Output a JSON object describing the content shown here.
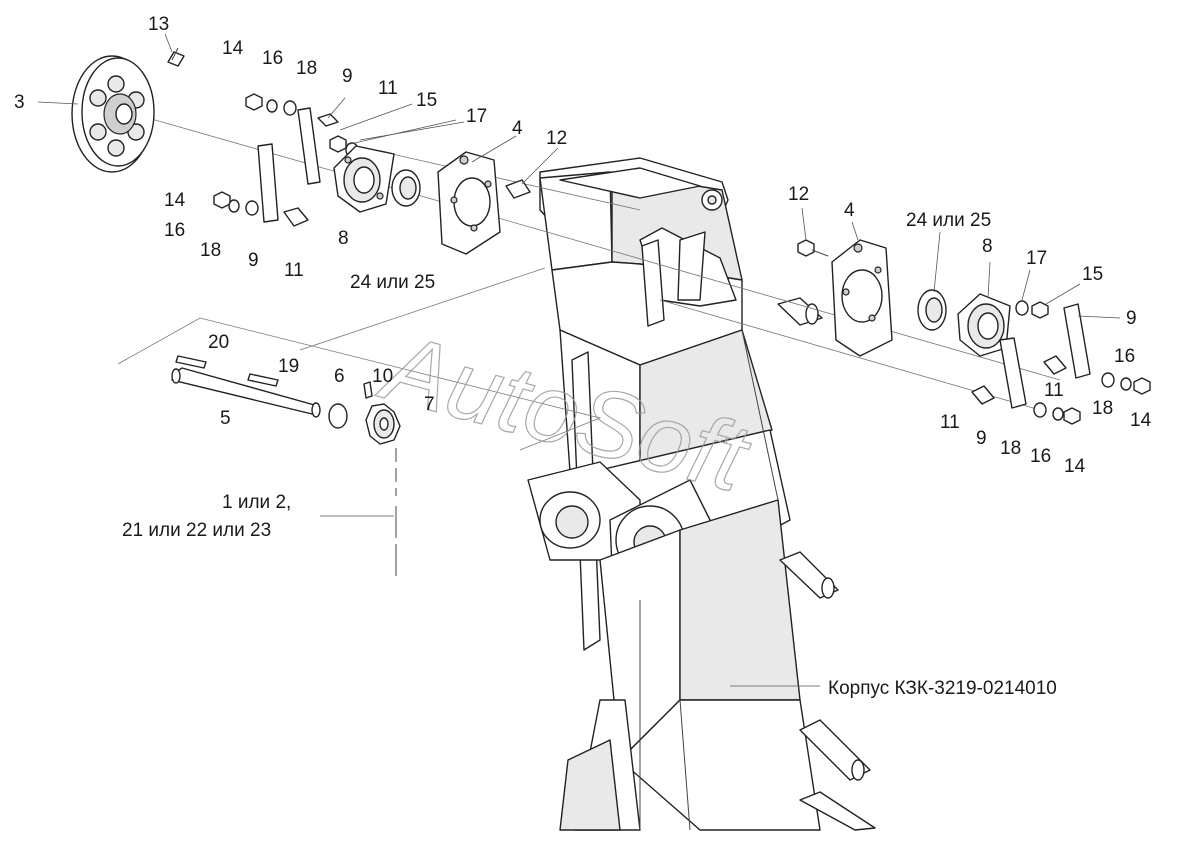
{
  "watermark": "AutoSoft",
  "callouts": {
    "c13": "13",
    "c14a": "14",
    "c16a": "16",
    "c18a": "18",
    "c9a": "9",
    "c11a": "11",
    "c15a": "15",
    "c17a": "17",
    "c4a": "4",
    "c12a": "12",
    "c3": "3",
    "c14b": "14",
    "c16b": "16",
    "c18b": "18",
    "c9b": "9",
    "c11b": "11",
    "c8a": "8",
    "c24a": "24 или 25",
    "c12b": "12",
    "c4b": "4",
    "c24b": "24 или 25",
    "c8b": "8",
    "c17b": "17",
    "c15b": "15",
    "c9c": "9",
    "c16c": "16",
    "c11c": "11",
    "c18c": "18",
    "c14c": "14",
    "c11d": "11",
    "c9d": "9",
    "c18d": "18",
    "c16d": "16",
    "c14d": "14",
    "c20": "20",
    "c19": "19",
    "c6": "6",
    "c10": "10",
    "c7": "7",
    "c5": "5",
    "group_line1": "1 или 2,",
    "group_line2": "21 или 22 или 23",
    "body_label": "Корпус КЗК-3219-0214010"
  }
}
